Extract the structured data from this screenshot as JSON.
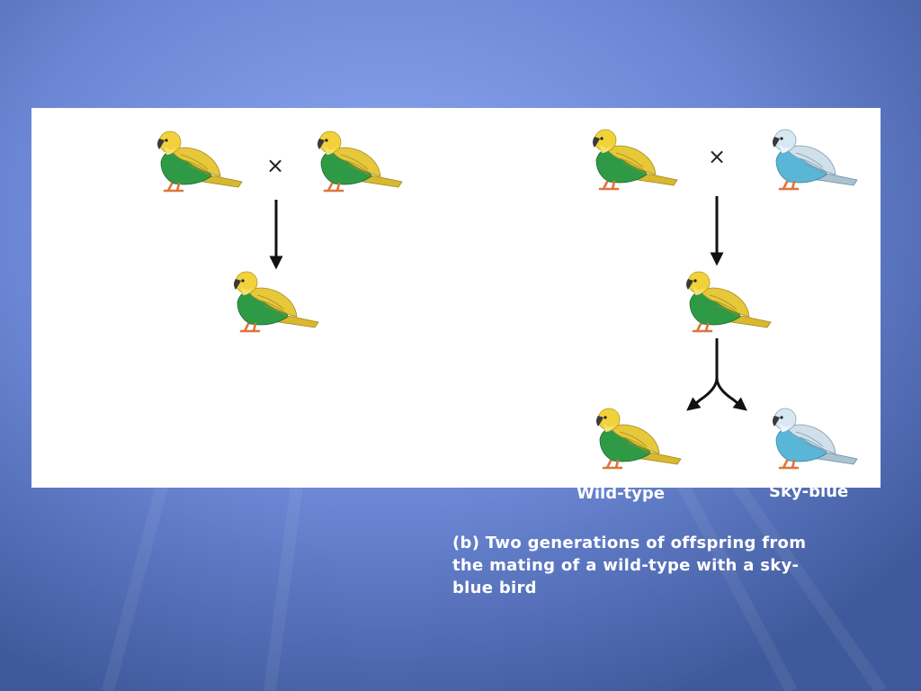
{
  "diagram": {
    "cross_symbol": "×",
    "colors": {
      "wild_head": "#f2d23a",
      "wild_body": "#2f9a46",
      "blue_head": "#c9e0ee",
      "blue_body": "#5ab6d6",
      "feet": "#e0743a"
    },
    "icons": [
      "wild-type-bird-icon",
      "sky-blue-bird-icon",
      "down-arrow-icon",
      "split-arrow-icon",
      "cross-symbol"
    ]
  },
  "labels": {
    "wild_type": "Wild-type",
    "sky_blue": "Sky-blue"
  },
  "caption": "(b) Two generations of offspring from the mating of a wild-type with a sky-blue bird"
}
